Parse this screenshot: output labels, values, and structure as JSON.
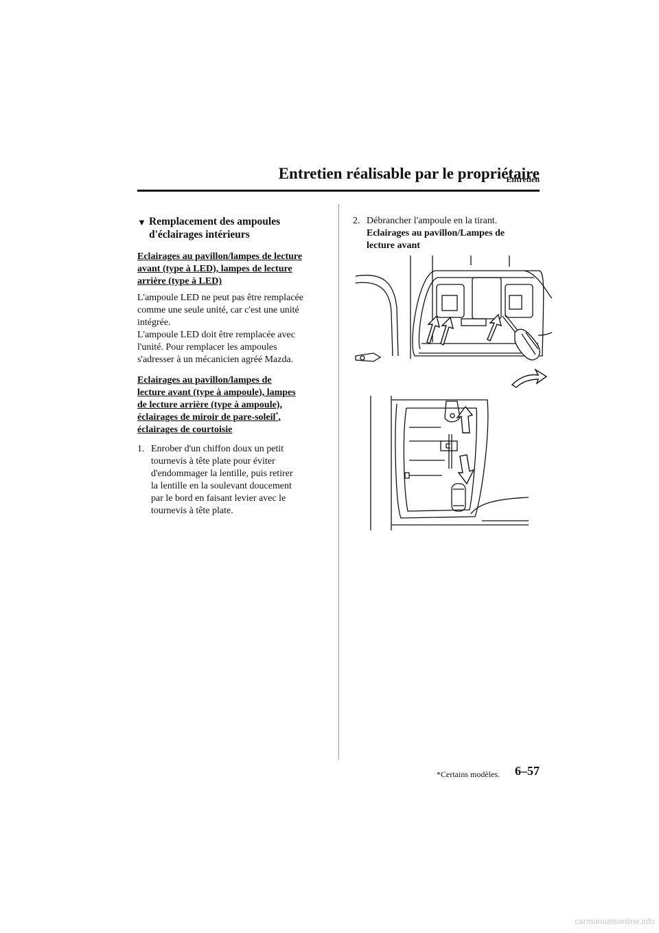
{
  "header": {
    "section": "Entretien",
    "title": "Entretien réalisable par le propriétaire"
  },
  "main_heading": {
    "marker": "▼",
    "lines": [
      "Remplacement des ampoules",
      "d'éclairages intérieurs"
    ]
  },
  "led_section": {
    "heading_lines": [
      "Eclairages au pavillon/lampes de lecture",
      "avant (type à LED), lampes de lecture ",
      "arrière (type à LED)"
    ],
    "body_lines": [
      "L'ampoule LED ne peut pas être remplacée",
      "comme une seule unité, car c'est une unité",
      "intégrée.",
      "L'ampoule LED doit être remplacée avec",
      "l'unité. Pour remplacer les ampoules",
      "s'adresser à un mécanicien agréé Mazda."
    ]
  },
  "bulb_section": {
    "heading_lines": [
      "Eclairages au pavillon/lampes de ",
      "lecture avant (type à ampoule), lampes ",
      "de lecture arrière (type à ampoule),",
      "éclairages de miroir de pare-soleil",
      "éclairages de courtoisie"
    ],
    "footnote_mark": "*",
    "trailing_comma": ","
  },
  "steps": [
    {
      "number": "1.",
      "lines": [
        "Enrober d'un chiffon doux un petit",
        "tournevis à tête plate pour éviter",
        "d'endommager la lentille, puis retirer",
        "la lentille en la soulevant doucement",
        "par le bord en faisant levier avec le",
        "tournevis à tête plate."
      ]
    },
    {
      "number": "2.",
      "lines": [
        "Débrancher l'ampoule en la tirant."
      ]
    }
  ],
  "figure_label": [
    "Eclairages au pavillon/Lampes de",
    "lecture avant"
  ],
  "footer": {
    "note": "*Certains modèles.",
    "page": "6–57"
  },
  "watermark": "carmanualsonline.info"
}
